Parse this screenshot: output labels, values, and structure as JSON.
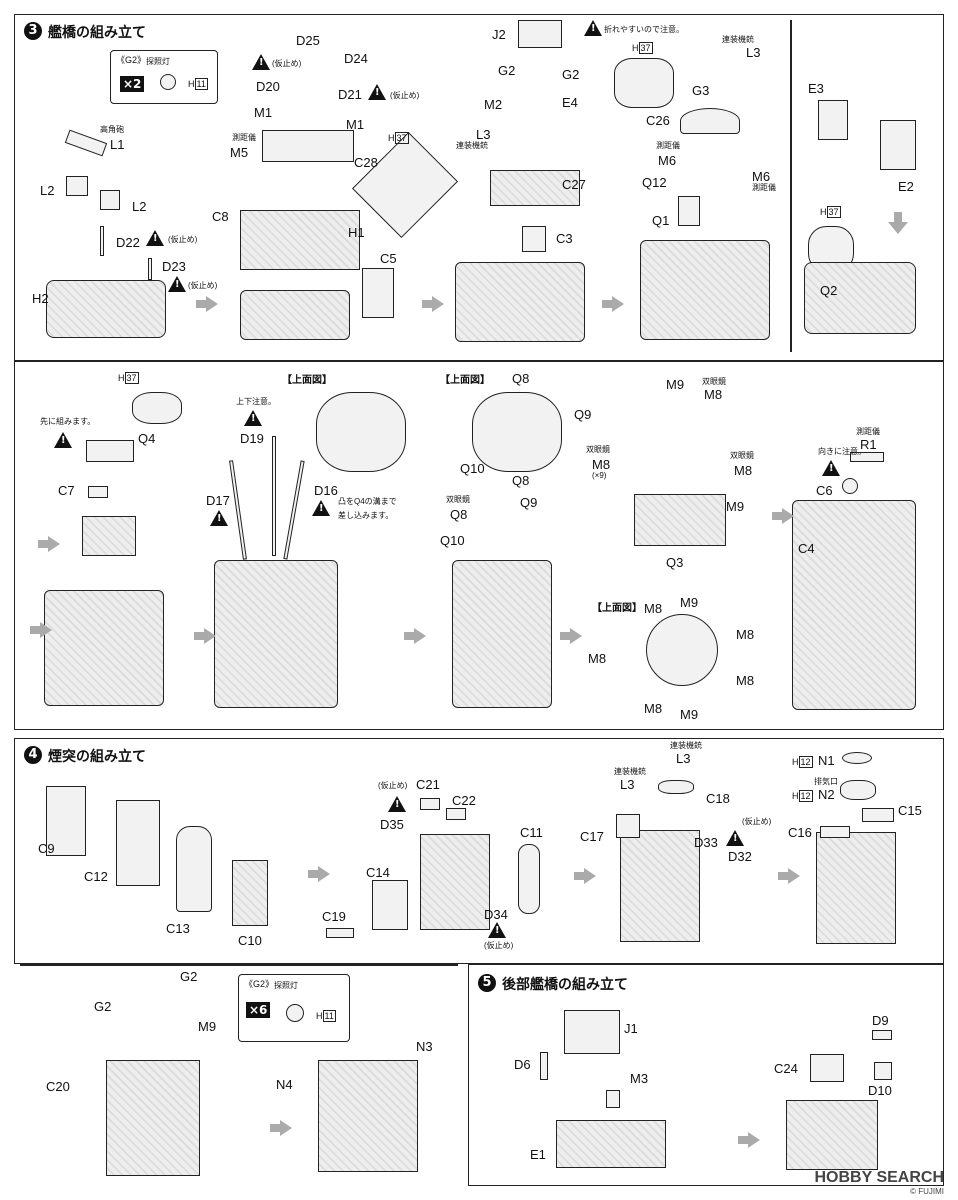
{
  "step3": {
    "num": "3",
    "title": "艦橋の組み立て"
  },
  "step4": {
    "num": "4",
    "title": "煙突の組み立て"
  },
  "step5": {
    "num": "5",
    "title": "後部艦橋の組み立て"
  },
  "notes": {
    "karidome": "(仮止め)",
    "oreyasui": "折れやすいので注意。",
    "saki": "先に組みます。",
    "jouge": "上下注意。",
    "muki": "向きに注意。",
    "totsu": "凸をQ4の溝まで",
    "sashikomi": "差し込みます。",
    "jomenzu": "【上面図】",
    "tanshoto": "探照灯",
    "kokakuho": "高角砲",
    "rensokiju": "連装機銃",
    "sokkyogi": "測距儀",
    "sogankyo": "双眼鏡",
    "haikiko": "排気口",
    "x9": "(×9)",
    "g2": "《G2》"
  },
  "multipliers": {
    "x2": "×2",
    "x6": "×6"
  },
  "h_refs": {
    "h11": "11",
    "h37": "37",
    "h12": "12"
  },
  "h_letter": "H",
  "labels3a": [
    "L1",
    "L2",
    "L2",
    "D22",
    "D23",
    "H2",
    "D25",
    "D24",
    "D20",
    "D21",
    "M1",
    "M1",
    "M5",
    "C8",
    "C28",
    "H1",
    "C5",
    "J2",
    "G2",
    "G2",
    "M2",
    "E4",
    "L3",
    "C27",
    "C3",
    "C26",
    "L3",
    "G3",
    "M6",
    "M6",
    "Q12",
    "Q1",
    "E3",
    "E2",
    "Q2"
  ],
  "labels3b": [
    "Q4",
    "C7",
    "D19",
    "D17",
    "D16",
    "Q8",
    "Q9",
    "Q10",
    "Q8",
    "Q8",
    "Q9",
    "Q10",
    "M9",
    "M8",
    "M8",
    "M8",
    "M9",
    "Q3",
    "M8",
    "M9",
    "M8",
    "M8",
    "M8",
    "M8",
    "M9",
    "R1",
    "C6",
    "C4"
  ],
  "labels4": [
    "C9",
    "C12",
    "C13",
    "C10",
    "C21",
    "C22",
    "D35",
    "C11",
    "C14",
    "C19",
    "D34",
    "L3",
    "L3",
    "C18",
    "C17",
    "D33",
    "D32",
    "N1",
    "N2",
    "C15",
    "C16",
    "G2",
    "G2",
    "M9",
    "C20",
    "N4",
    "N3"
  ],
  "labels5": [
    "J1",
    "D6",
    "M3",
    "E1",
    "D9",
    "C24",
    "D10"
  ],
  "brand": {
    "name": "HOBBY SEARCH",
    "sub": "© FUJIMI"
  }
}
